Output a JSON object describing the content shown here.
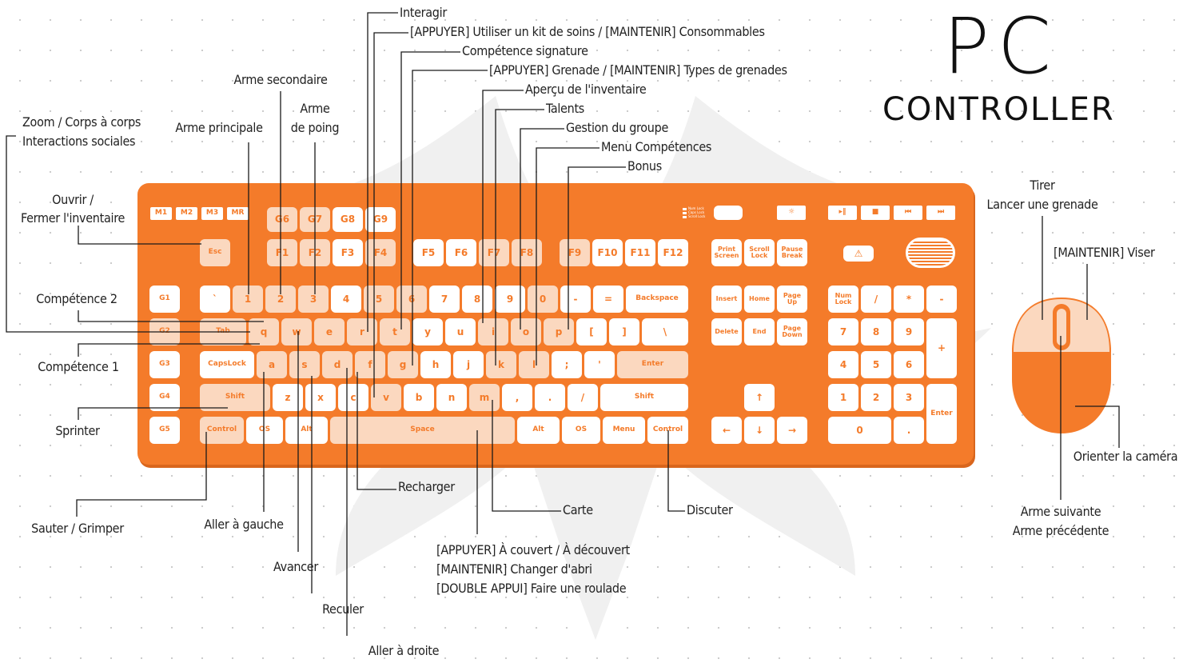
{
  "title": {
    "main": "PC",
    "sub": "CONTROLLER"
  },
  "colors": {
    "keyboard": "#f47b2a",
    "key": "#ffffff",
    "key_highlight": "#fbd8bf",
    "text": "#222222"
  },
  "keys": {
    "m1": "M1",
    "m2": "M2",
    "m3": "M3",
    "mr": "MR",
    "g1": "G1",
    "g2": "G2",
    "g3": "G3",
    "g4": "G4",
    "g5": "G5",
    "g6": "G6",
    "g7": "G7",
    "g8": "G8",
    "g9": "G9",
    "esc": "Esc",
    "f1": "F1",
    "f2": "F2",
    "f3": "F3",
    "f4": "F4",
    "f5": "F5",
    "f6": "F6",
    "f7": "F7",
    "f8": "F8",
    "f9": "F9",
    "f10": "F10",
    "f11": "F11",
    "f12": "F12",
    "print": "Print\nScreen",
    "scroll": "Scroll\nLock",
    "pause": "Pause\nBreak",
    "backtick": "`",
    "k1": "1",
    "k2": "2",
    "k3": "3",
    "k4": "4",
    "k5": "5",
    "k6": "6",
    "k7": "7",
    "k8": "8",
    "k9": "9",
    "k0": "0",
    "minus": "-",
    "equals": "=",
    "backspace": "Backspace",
    "tab": "Tab",
    "q": "q",
    "w": "w",
    "e": "e",
    "r": "r",
    "t": "t",
    "y": "y",
    "u": "u",
    "i": "i",
    "o": "o",
    "p": "p",
    "lbracket": "[",
    "rbracket": "]",
    "backslash": "\\",
    "capslock": "CapsLock",
    "a": "a",
    "s": "s",
    "d": "d",
    "f": "f",
    "g": "g",
    "h": "h",
    "j": "j",
    "k": "k",
    "l": "l",
    "semicolon": ";",
    "quote": "'",
    "enter": "Enter",
    "lshift": "Shift",
    "z": "z",
    "x": "x",
    "c": "c",
    "v": "v",
    "b": "b",
    "n": "n",
    "m": "m",
    "comma": ",",
    "period": ".",
    "slash": "/",
    "rshift": "Shift",
    "lctrl": "Control",
    "los": "OS",
    "lalt": "Alt",
    "space": "Space",
    "ralt": "Alt",
    "ros": "OS",
    "menu": "Menu",
    "rctrl": "Control",
    "insert": "Insert",
    "home": "Home",
    "pgup": "Page\nUp",
    "delete": "Delete",
    "end": "End",
    "pgdn": "Page\nDown",
    "numlock": "Num\nLock",
    "npslash": "/",
    "npstar": "*",
    "npminus": "-",
    "np7": "7",
    "np8": "8",
    "np9": "9",
    "npplus": "+",
    "np4": "4",
    "np5": "5",
    "np6": "6",
    "np1": "1",
    "np2": "2",
    "np3": "3",
    "npenter": "Enter",
    "np0": "0",
    "npdot": ".",
    "led_num": "Num Lock",
    "led_caps": "Caps Lock",
    "led_scroll": "Scroll Lock"
  },
  "icons": {
    "up": "up-arrow-icon",
    "down": "down-arrow-icon",
    "left": "left-arrow-icon",
    "right": "right-arrow-icon",
    "brightness": "sun-icon",
    "mute": "mute-icon",
    "play": "play-pause-icon",
    "stop": "stop-icon",
    "prev": "previous-track-icon",
    "next": "next-track-icon"
  },
  "labels": {
    "interagir": "Interagir",
    "soins": "[APPUYER] Utiliser un kit de soins / [MAINTENIR] Consommables",
    "signature": "Compétence signature",
    "grenade": "[APPUYER] Grenade / [MAINTENIR] Types de grenades",
    "apercu": "Aperçu de l'inventaire",
    "talents": "Talents",
    "groupe": "Gestion du groupe",
    "menu_comp": "Menu Compétences",
    "bonus": "Bonus",
    "arme_sec": "Arme secondaire",
    "arme_poing_1": "Arme",
    "arme_poing_2": "de poing",
    "arme_princ": "Arme principale",
    "zoom_1": "Zoom / Corps à corps",
    "zoom_2": "Interactions sociales",
    "ouvrir_1": "Ouvrir /",
    "ouvrir_2": "Fermer l'inventaire",
    "comp2": "Compétence 2",
    "comp1": "Compétence 1",
    "sprinter": "Sprinter",
    "sauter": "Sauter / Grimper",
    "gauche": "Aller à gauche",
    "avancer": "Avancer",
    "reculer": "Reculer",
    "droite": "Aller à droite",
    "recharger": "Recharger",
    "carte": "Carte",
    "discuter": "Discuter",
    "couvert_1": "[APPUYER] À couvert / À découvert",
    "couvert_2": "[MAINTENIR] Changer d'abri",
    "couvert_3": "[DOUBLE APPUI] Faire une roulade",
    "tirer_1": "Tirer",
    "tirer_2": "Lancer une grenade",
    "viser": "[MAINTENIR] Viser",
    "camera": "Orienter la caméra",
    "arme_suiv_1": "Arme suivante",
    "arme_suiv_2": "Arme précédente"
  }
}
